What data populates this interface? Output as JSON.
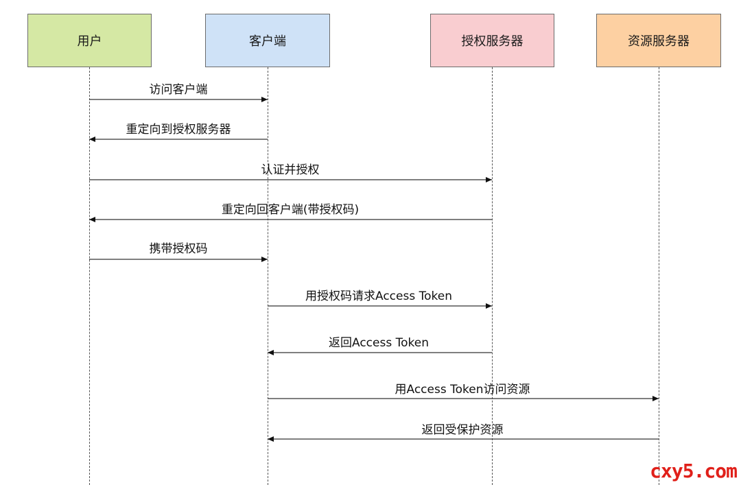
{
  "actors": [
    {
      "id": "user",
      "label": "用户",
      "fill": "#d5e8a4"
    },
    {
      "id": "client",
      "label": "客户端",
      "fill": "#cfe2f7"
    },
    {
      "id": "auth",
      "label": "授权服务器",
      "fill": "#f9cdd0"
    },
    {
      "id": "resource",
      "label": "资源服务器",
      "fill": "#fdd0a2"
    }
  ],
  "messages": [
    {
      "from": "user",
      "to": "client",
      "label": "访问客户端"
    },
    {
      "from": "client",
      "to": "user",
      "label": "重定向到授权服务器"
    },
    {
      "from": "user",
      "to": "auth",
      "label": "认证并授权"
    },
    {
      "from": "auth",
      "to": "user",
      "label": "重定向回客户端(带授权码)"
    },
    {
      "from": "user",
      "to": "client",
      "label": "携带授权码"
    },
    {
      "from": "client",
      "to": "auth",
      "label": "用授权码请求Access Token"
    },
    {
      "from": "auth",
      "to": "client",
      "label": "返回Access Token"
    },
    {
      "from": "client",
      "to": "resource",
      "label": "用Access Token访问资源"
    },
    {
      "from": "resource",
      "to": "client",
      "label": "返回受保护资源"
    }
  ],
  "watermark": "cxy5.com",
  "colors": {
    "line": "#333333",
    "watermark": "#e0201a"
  }
}
